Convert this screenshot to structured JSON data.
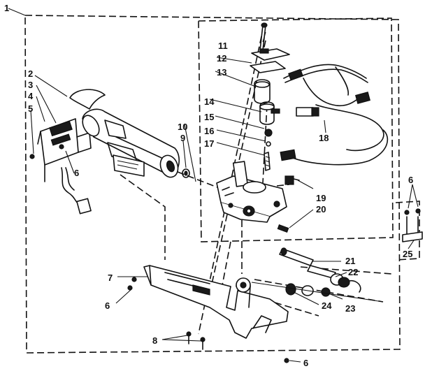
{
  "callouts": {
    "c1": "1",
    "c2": "2",
    "c3": "3",
    "c4": "4",
    "c5": "5",
    "c6a": "6",
    "c6b": "6",
    "c6c": "6",
    "c6d": "6",
    "c7": "7",
    "c8": "8",
    "c9": "9",
    "c10": "10",
    "c11": "11",
    "c12": "12",
    "c13": "13",
    "c14": "14",
    "c15": "15",
    "c16": "16",
    "c17": "17",
    "c18": "18",
    "c19": "19",
    "c20": "20",
    "c21": "21",
    "c22": "22",
    "c23": "23",
    "c24": "24",
    "c25": "25"
  }
}
